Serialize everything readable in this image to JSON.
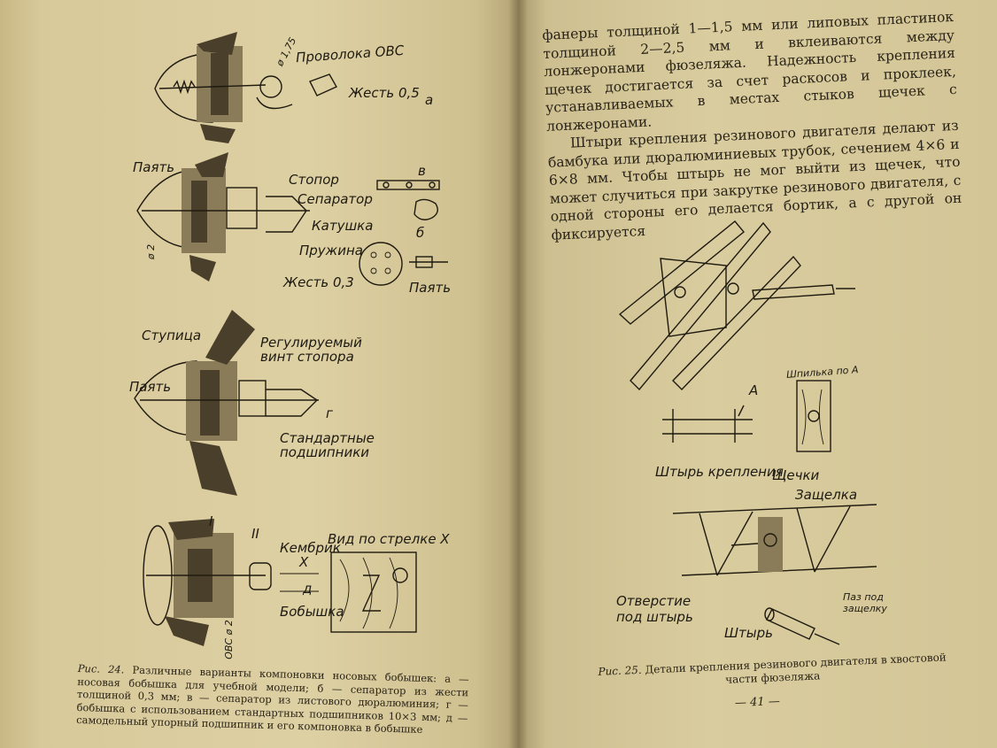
{
  "left_page": {
    "fig_a": {
      "labels": [
        "ø 1,75",
        "Проволока ОВС",
        "Жесть 0,5",
        "а"
      ]
    },
    "fig_b": {
      "labels": [
        "Паять",
        "Стопор",
        "Сепаратор",
        "Катушка",
        "Пружина",
        "ø 2",
        "в",
        "б",
        "Жесть 0,3",
        "Паять"
      ]
    },
    "fig_g": {
      "labels": [
        "Ступица",
        "Регулируемый",
        "винт стопора",
        "Паять",
        "г",
        "Стандартные",
        "подшипники"
      ]
    },
    "fig_d": {
      "labels": [
        "I",
        "II",
        "Вид по стрелке X",
        "Кембрик",
        "X",
        "д",
        "Бобышка",
        "ОВС ø 2"
      ]
    },
    "caption": {
      "fig": "Рис. 24.",
      "text": "Различные варианты компоновки носовых бобышек: а — носовая бобышка для учебной модели; б — сепаратор из жести толщиной 0,3 мм; в — сепаратор из листового дюралюминия; г — бобышка с использованием стандартных подшипников 10×3 мм; д — самодельный упорный подшипник и его компоновка в бобышке"
    }
  },
  "right_page": {
    "paragraphs": [
      "фанеры толщиной 1—1,5 мм или липовых пластинок толщиной 2—2,5 мм и вклеиваются между лонжеронами фюзеляжа. Надежность крепления щечек достигается за счет раскосов и проклеек, устанавливаемых в местах стыков щечек с лонжеронами.",
      "Штыри крепления резинового двигателя делают из бамбука или дюралюминиевых трубок, сечением 4×6 и 6×8 мм. Чтобы штырь не мог выйти из щечек, что может случиться при закрутке резинового двигателя, с одной стороны его делается бортик, а с другой он фиксируется"
    ],
    "fig_labels": [
      "А",
      "Шпилька по А",
      "Штырь крепления",
      "Щечки",
      "Защелка",
      "Отверстие под штырь",
      "Паз под защелку",
      "Штырь"
    ],
    "caption": {
      "fig": "Рис. 25.",
      "text": "Детали крепления резинового двигателя в хвостовой части фюзеляжа"
    },
    "page_number": "— 41 —"
  }
}
